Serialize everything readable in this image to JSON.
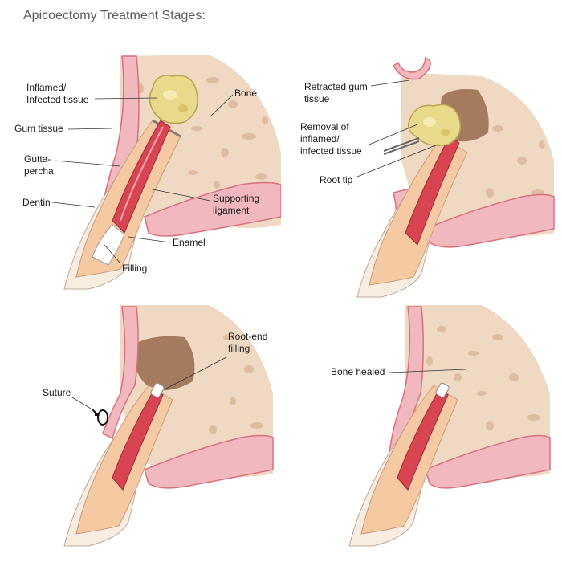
{
  "title": "Apicoectomy Treatment Stages:",
  "colors": {
    "gum": "#f2b8c0",
    "gum_edge": "#d9707e",
    "bone": "#efd9c3",
    "bone_pore": "#d6a37f",
    "dentin": "#f5c9a2",
    "enamel": "#f9ede2",
    "pulp": "#d94452",
    "infection": "#e9d98a",
    "cavity": "#8c5b3e"
  },
  "panels": [
    {
      "name": "stage-1-anatomy",
      "labels": {
        "inflamed": "Inflamed/\nInfected tissue",
        "bone": "Bone",
        "gum": "Gum tissue",
        "gutta": "Gutta-\npercha",
        "dentin": "Dentin",
        "ligament": "Supporting\nligament",
        "enamel": "Enamel",
        "filling": "Filling"
      }
    },
    {
      "name": "stage-2-removal",
      "labels": {
        "retracted": "Retracted gum\ntissue",
        "removal": "Removal of\ninflamed/\ninfected tissue",
        "roottip": "Root tip"
      }
    },
    {
      "name": "stage-3-sealing",
      "labels": {
        "rootend": "Root-end\nfilling",
        "suture": "Suture"
      }
    },
    {
      "name": "stage-4-healed",
      "labels": {
        "healed": "Bone healed"
      }
    }
  ]
}
